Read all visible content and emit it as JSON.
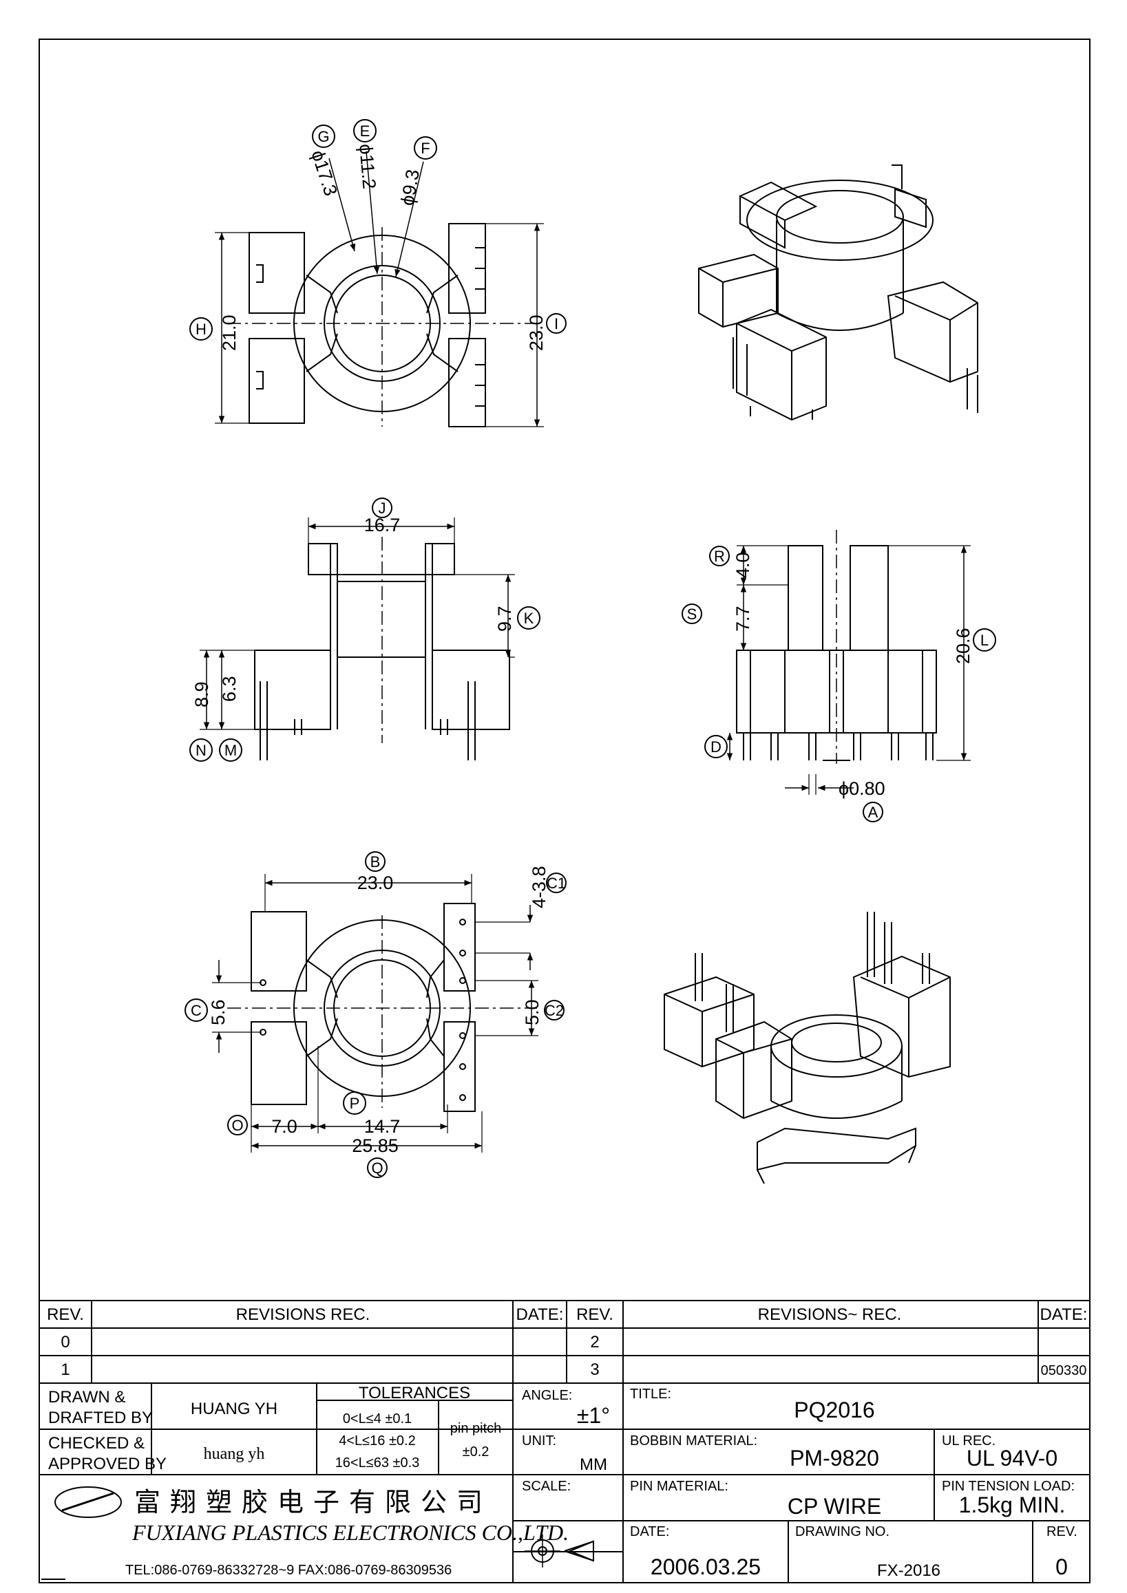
{
  "top_view": {
    "labels": {
      "g": "G",
      "e": "E",
      "f": "F",
      "h": "H",
      "i": "I"
    },
    "dims": {
      "g": "ϕ17.3",
      "e": "ϕ11.2",
      "f": "ϕ9.3",
      "h": "21.0",
      "i": "23.0"
    }
  },
  "front_view": {
    "labels": {
      "j": "J",
      "k": "K",
      "n": "N",
      "m": "M"
    },
    "dims": {
      "j": "16.7",
      "k": "9.7",
      "n": "8.9",
      "m": "6.3"
    }
  },
  "side_view": {
    "labels": {
      "r": "R",
      "s": "S",
      "l": "L",
      "d": "D",
      "a": "A"
    },
    "dims": {
      "r": "4.0",
      "s": "7.7",
      "l": "20.6",
      "a": "ϕ0.80"
    }
  },
  "bottom_view": {
    "labels": {
      "b": "B",
      "c1": "C1",
      "c": "C",
      "c2": "C2",
      "p": "P",
      "o": "O",
      "q": "Q"
    },
    "dims": {
      "b": "23.0",
      "c1": "4-3.8",
      "c": "5.6",
      "c2": "5.0",
      "o": "7.0",
      "p": "14.7",
      "q": "25.85"
    }
  },
  "revisions": {
    "left_header": {
      "rev": "REV.",
      "rec": "REVISIONS  REC.",
      "date": "DATE:"
    },
    "right_header": {
      "rev": "REV.",
      "rec": "REVISIONS~ REC.",
      "date": "DATE:"
    },
    "left_revs": [
      "0",
      "1"
    ],
    "right_revs": [
      "2",
      "3"
    ],
    "right_date_row2": "050330"
  },
  "title_block": {
    "drawn_label": "DRAWN &\nDRAFTED BY",
    "drawn_value": "HUANG YH",
    "checked_label": "CHECKED &\nAPPROVED BY",
    "checked_value": "huang yh",
    "tolerances_title": "TOLERANCES",
    "tol_1": "0<L≤4    ±0.1",
    "tol_2": "4<L≤16  ±0.2",
    "tol_3": "16<L≤63  ±0.3",
    "pin_pitch_label": "pin  pitch",
    "pin_pitch_value": "±0.2",
    "angle_label": "ANGLE:",
    "angle_value": "±1°",
    "unit_label": "UNIT:",
    "unit_value": "MM",
    "scale_label": "SCALE:",
    "title_label": "TITLE:",
    "title_value": "PQ2016",
    "bobbin_label": "BOBBIN MATERIAL:",
    "bobbin_value": "PM-9820",
    "ul_label": "UL REC.",
    "ul_value": "UL  94V-0",
    "pin_mat_label": "PIN MATERIAL:",
    "pin_mat_value": "CP  WIRE",
    "tension_label": "PIN TENSION  LOAD:",
    "tension_value": "1.5kg  MIN.",
    "date_label": "DATE:",
    "date_value": "2006.03.25",
    "drawing_label": "DRAWING NO.",
    "drawing_value": "FX-2016",
    "rev_label": "REV.",
    "rev_value": "0",
    "company_cn": "富翔塑胶电子有限公司",
    "company_en": "FUXIANG PLASTICS ELECTRONICS CO.,LTD.",
    "company_tel": "TEL:086-0769-86332728~9  FAX:086-0769-86309536"
  }
}
